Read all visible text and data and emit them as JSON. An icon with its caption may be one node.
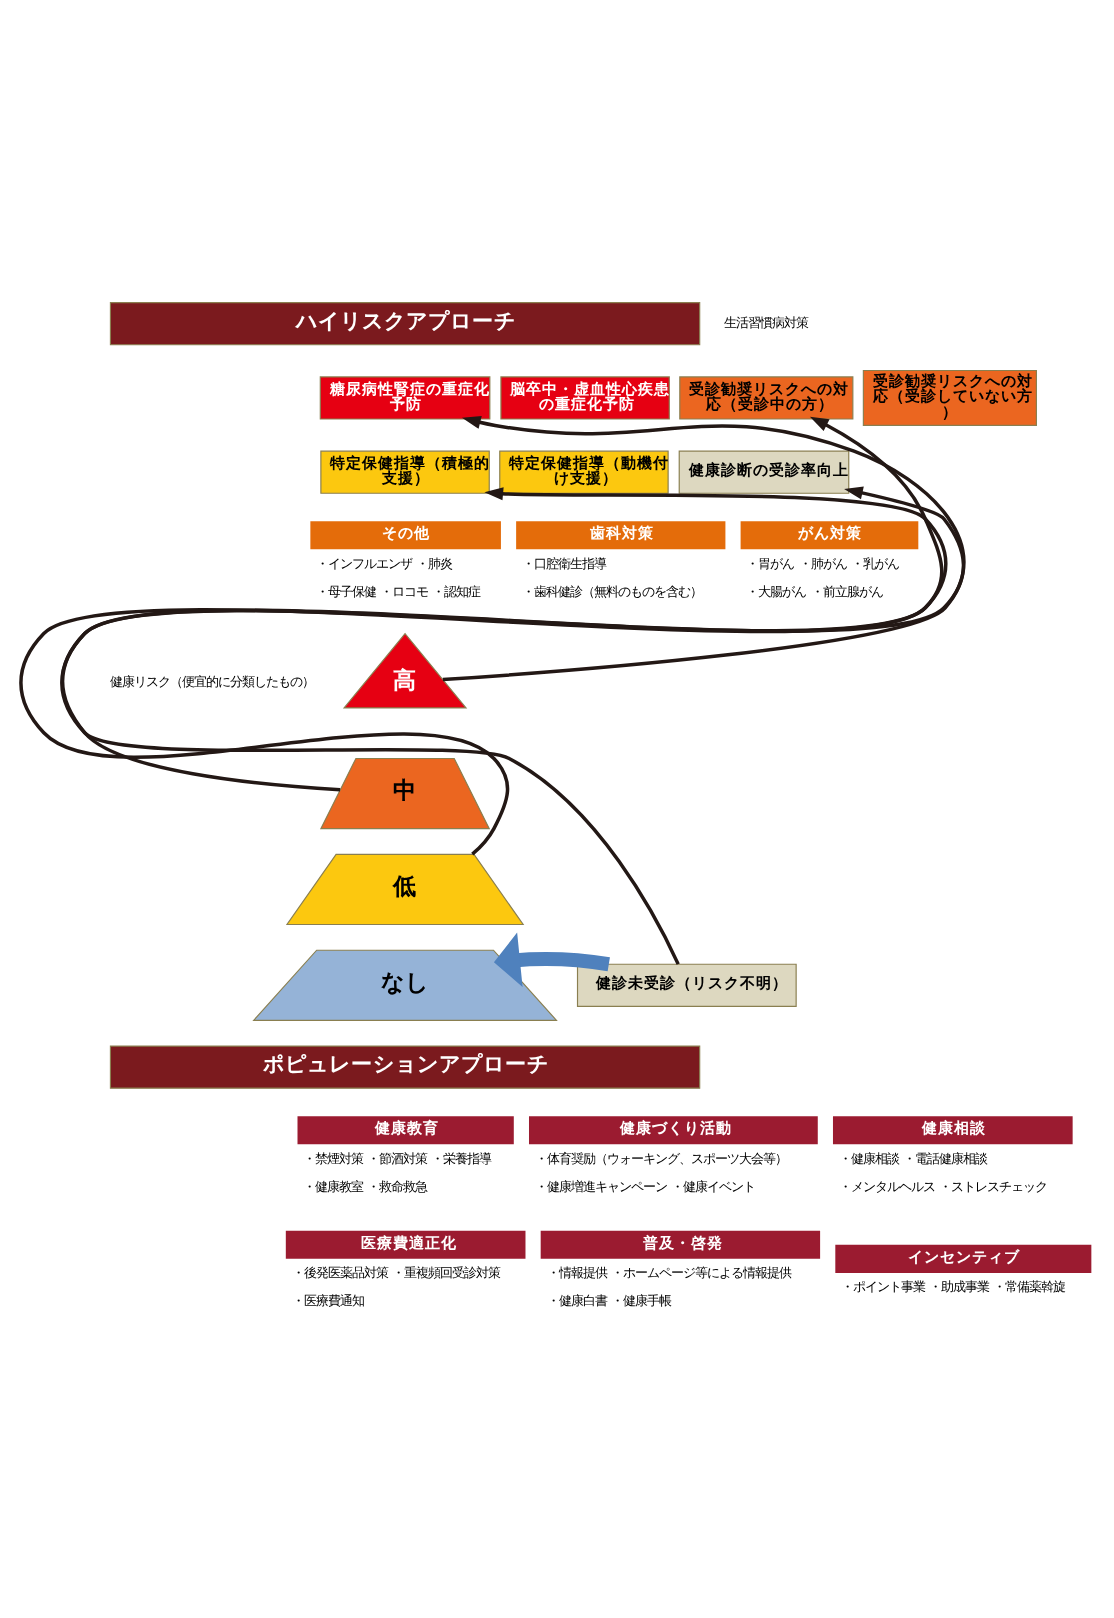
{
  "diagram": {
    "nodes": [
      {
        "text": [
          "ハイリスクアプローチ"
        ]
      },
      {
        "text": [
          "糖尿病性腎症の重症化予防"
        ]
      },
      {
        "text": [
          "脳卒中・虚血性心疾患の重症化予防"
        ]
      },
      {
        "text": [
          "受診勧奨リスクへの対応（受診中の方）"
        ]
      },
      {
        "text": [
          "受診勧奨リスクへの対応（受診していない方）"
        ]
      },
      {
        "text": [
          "特定保健指導（積極的支援）"
        ]
      },
      {
        "text": [
          "特定保健指導（動機付け支援）"
        ]
      },
      {
        "text": [
          "健康診断の受診率向上"
        ]
      },
      {
        "text": [
          "その他"
        ],
        "beside": [
          "・インフルエンザ ・肺炎",
          "・母子保健 ・ロコモ ・認知症"
        ]
      },
      {
        "text": [
          "歯科対策"
        ],
        "beside": [
          "・口腔衛生指導",
          "・歯科健診（無料のものを含む）"
        ]
      },
      {
        "text": [
          "がん対策"
        ],
        "beside": [
          "・胃がん ・肺がん ・乳がん",
          "・大腸がん ・前立腺がん"
        ]
      },
      {
        "text": [
          "高"
        ]
      },
      {
        "text": [
          "中"
        ]
      },
      {
        "text": [
          "低"
        ]
      },
      {
        "text": [
          "なし"
        ]
      },
      {
        "text": [
          "健診未受診（リスク不明）"
        ]
      },
      {
        "text": [
          "ポピュレーションアプローチ"
        ]
      },
      {
        "text": [
          "健康教育"
        ],
        "beside": [
          "・禁煙対策 ・節酒対策 ・栄養指導",
          "・健康教室 ・救命救急"
        ]
      },
      {
        "text": [
          "健康づくり活動"
        ],
        "beside": [
          "・体育奨励（ウォーキング、スポーツ大会等）",
          "・健康増進キャンペーン ・健康イベント"
        ]
      },
      {
        "text": [
          "健康相談"
        ],
        "beside": [
          "・健康相談 ・電話健康相談",
          "・メンタルヘルス ・ストレスチェック"
        ]
      },
      {
        "text": [
          "医療費適正化"
        ],
        "beside": [
          "・後発医薬品対策 ・重複頻回受診対策",
          "・医療費通知"
        ]
      },
      {
        "text": [
          "普及・啓発"
        ],
        "beside": [
          "・情報提供 ・ホームページ等による情報提供",
          "・健康白書 ・健康手帳"
        ]
      },
      {
        "text": [
          "インセンティブ"
        ],
        "beside": [
          "・ポイント事業 ・助成事業 ・常備薬斡旋"
        ]
      }
    ],
    "edges": [
      {
        "from": 11,
        "to": 1,
        "arrow": "to"
      },
      {
        "from": 12,
        "to": 3,
        "arrow": "to"
      },
      {
        "from": 13,
        "to": 5,
        "arrow": "to"
      },
      {
        "from": 15,
        "to": 7,
        "arrow": "to"
      },
      {
        "from": 15,
        "to": 14,
        "arrow": "to",
        "style": "thick",
        "color": "#4f81bd"
      }
    ],
    "labels": [
      "生活習慣病対策",
      "健康リスク（便宜的に分類したもの）"
    ]
  }
}
